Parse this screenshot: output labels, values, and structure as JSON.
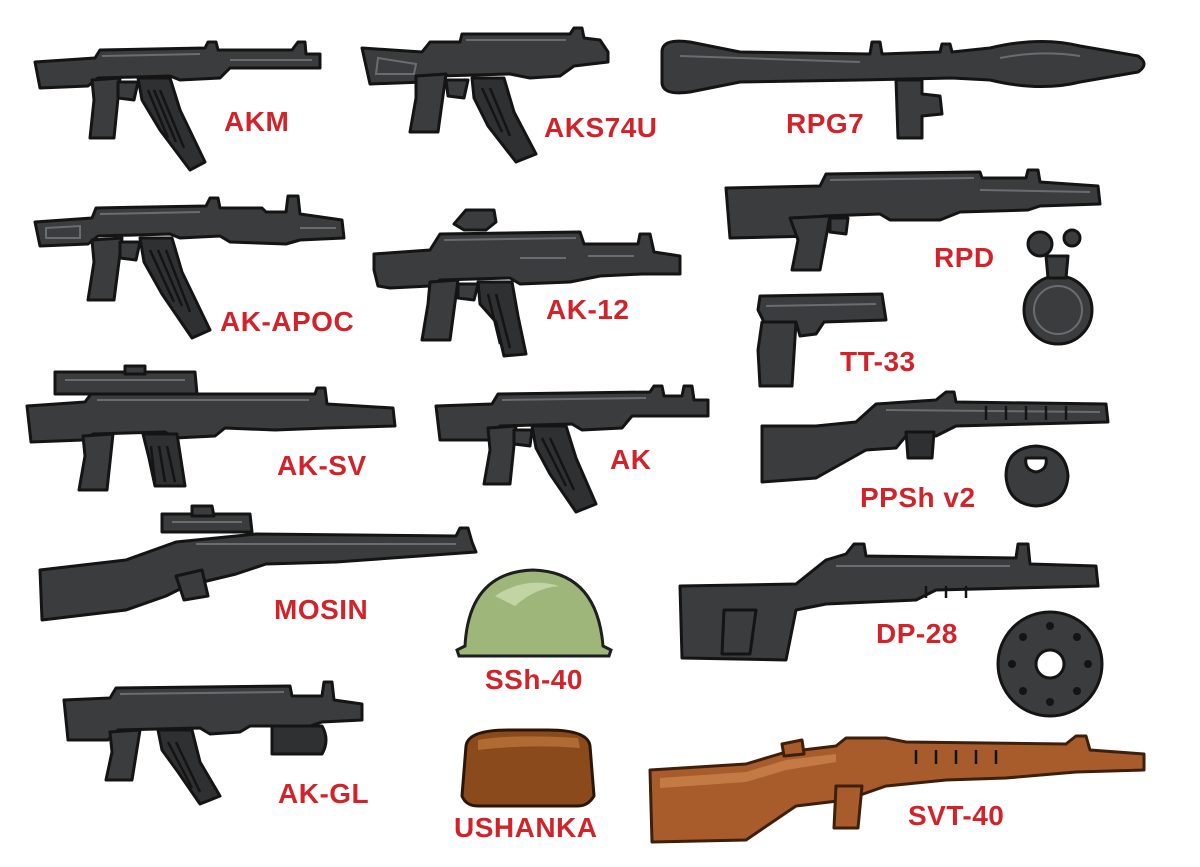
{
  "colors": {
    "label": "#d2232a",
    "gun_metal": "#3b3c3e",
    "outline": "#141414",
    "wood": "#a85c2c",
    "helmet_green": "#9fb67a",
    "hat_brown": "#8a4a1c",
    "background": "#ffffff"
  },
  "items": [
    {
      "label": "AKM"
    },
    {
      "label": "AKS74U"
    },
    {
      "label": "RPG7"
    },
    {
      "label": "AK-APOC"
    },
    {
      "label": "AK-12"
    },
    {
      "label": "RPD"
    },
    {
      "label": "TT-33"
    },
    {
      "label": "AK-SV"
    },
    {
      "label": "AK"
    },
    {
      "label": "PPSh v2"
    },
    {
      "label": "MOSIN"
    },
    {
      "label": "SSh-40"
    },
    {
      "label": "DP-28"
    },
    {
      "label": "AK-GL"
    },
    {
      "label": "USHANKA"
    },
    {
      "label": "SVT-40"
    }
  ]
}
